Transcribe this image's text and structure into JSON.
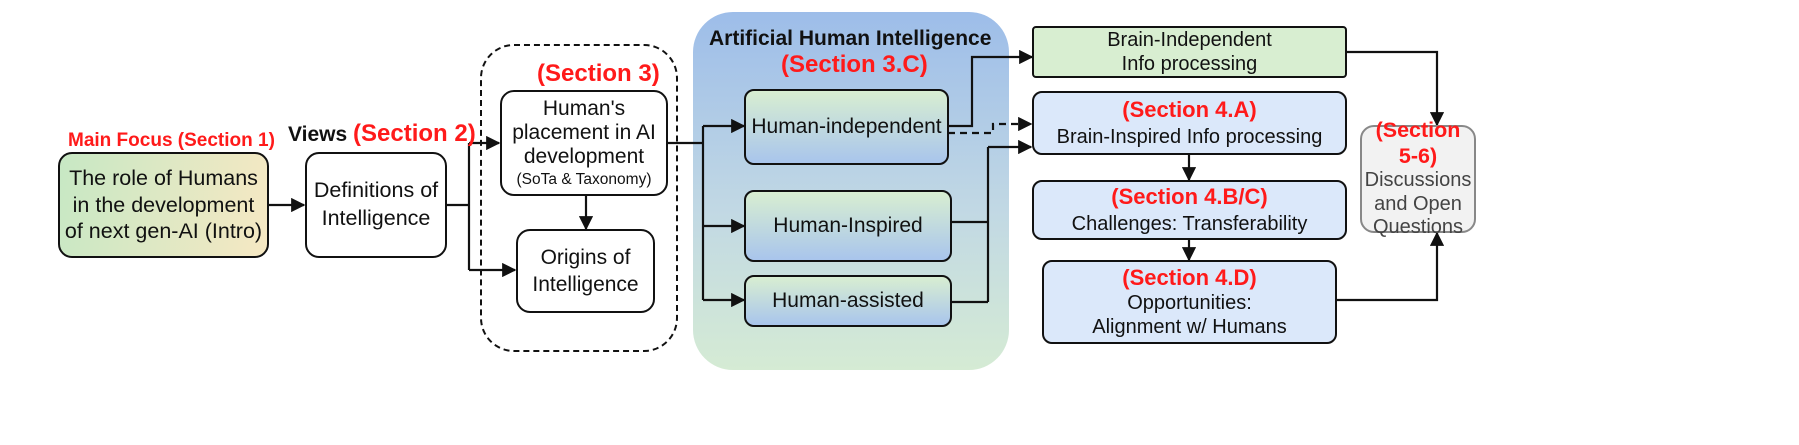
{
  "main_focus": {
    "header": "Main Focus (Section 1)",
    "box": "The role of Humans in the development of next gen-AI (Intro)"
  },
  "views": {
    "title": "Views",
    "section": "(Section 2)",
    "box": "Definitions of Intelligence"
  },
  "section3": {
    "section": "(Section 3)",
    "placement_box": "Human's placement in AI development",
    "placement_sub": "(SoTa & Taxonomy)",
    "origins_box": "Origins of Intelligence"
  },
  "ahi": {
    "title": "Artificial Human Intelligence",
    "section": "(Section 3.C)",
    "independent": "Human-independent",
    "inspired": "Human-Inspired",
    "assisted": "Human-assisted"
  },
  "section4": {
    "brain_independent": "Brain-Independent Info processing",
    "a_section": "(Section 4.A)",
    "a_text": "Brain-Inspired Info processing",
    "bc_section": "(Section 4.B/C)",
    "bc_text": "Challenges: Transferability",
    "d_section": "(Section 4.D)",
    "d_text_1": "Opportunities:",
    "d_text_2": "Alignment w/ Humans"
  },
  "section56": {
    "section": "(Section 5-6)",
    "text": "Discussions and Open Questions"
  },
  "colors": {
    "accent_red": "#ff1a1a",
    "green_fill": "#d8eed1",
    "blue_fill": "#dbe8fa",
    "gray_fill": "#f2f2f2"
  }
}
